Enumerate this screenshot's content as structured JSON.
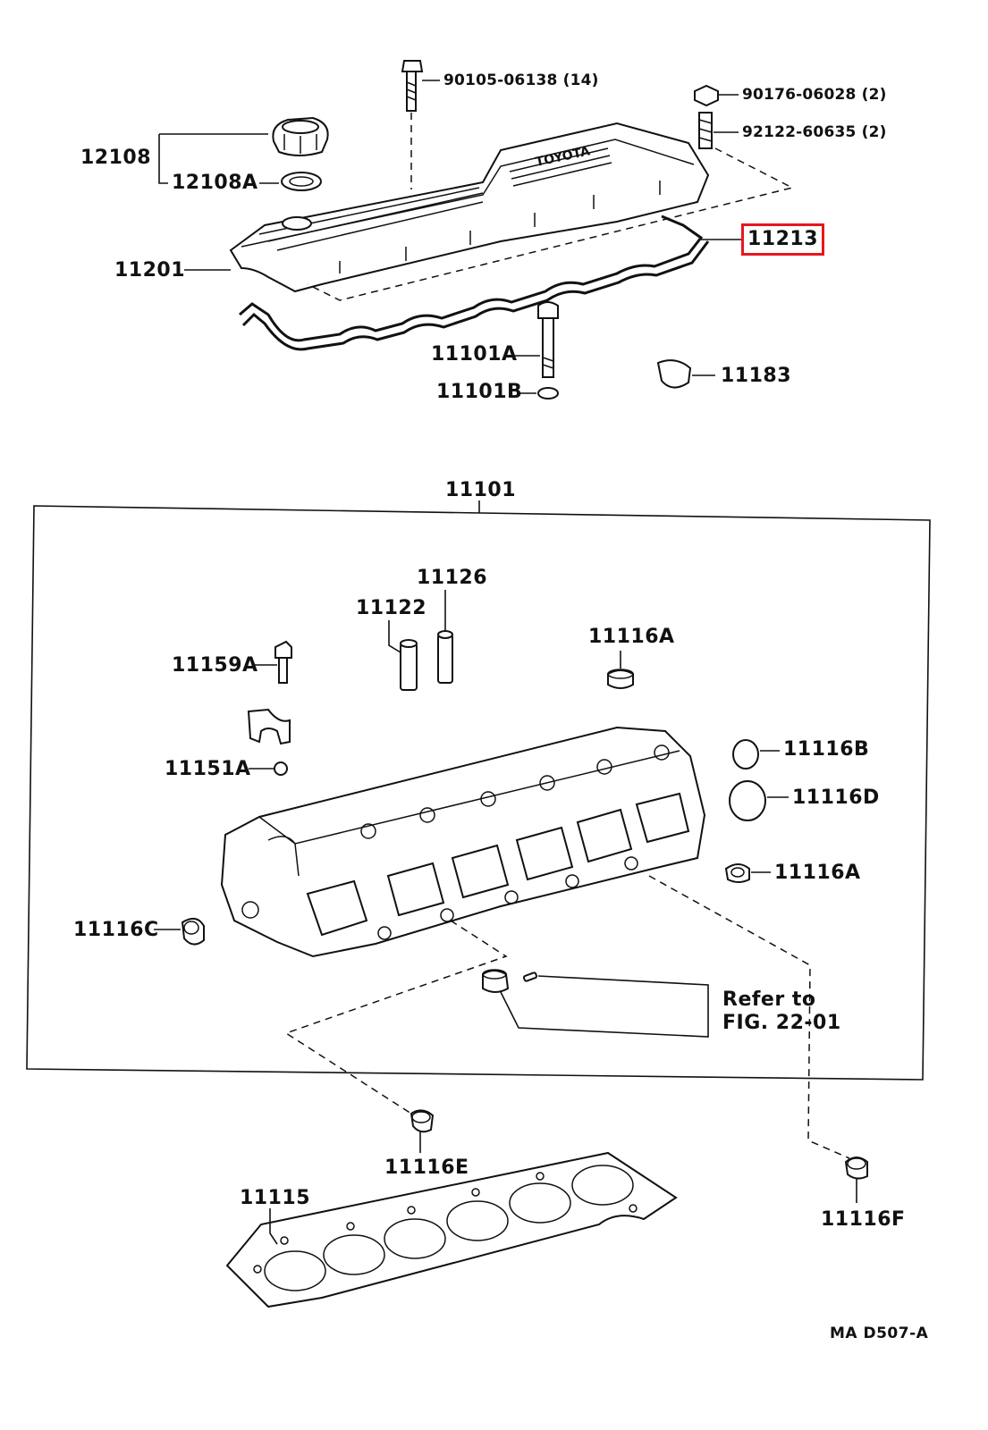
{
  "labels": {
    "p_90105": "90105-06138 (14)",
    "p_90176": "90176-06028 (2)",
    "p_92122": "92122-60635 (2)",
    "p_12108": "12108",
    "p_12108A": "12108A",
    "p_11213": "11213",
    "p_11201": "11201",
    "p_11101A": "11101A",
    "p_11101B": "11101B",
    "p_11183": "11183",
    "p_11101": "11101",
    "p_11126": "11126",
    "p_11122": "11122",
    "p_11116A_top": "11116A",
    "p_11159A": "11159A",
    "p_11151A": "11151A",
    "p_11116B": "11116B",
    "p_11116D": "11116D",
    "p_11116A_side": "11116A",
    "p_11116C": "11116C",
    "refer_line1": "Refer to",
    "refer_line2": "FIG. 22-01",
    "p_11116E": "11116E",
    "p_11115": "11115",
    "p_11116F": "11116F",
    "code": "MA  D507-A"
  },
  "highlight": {
    "part": "11213",
    "color": "#e8161e"
  },
  "cover_text": "TOYOTA"
}
